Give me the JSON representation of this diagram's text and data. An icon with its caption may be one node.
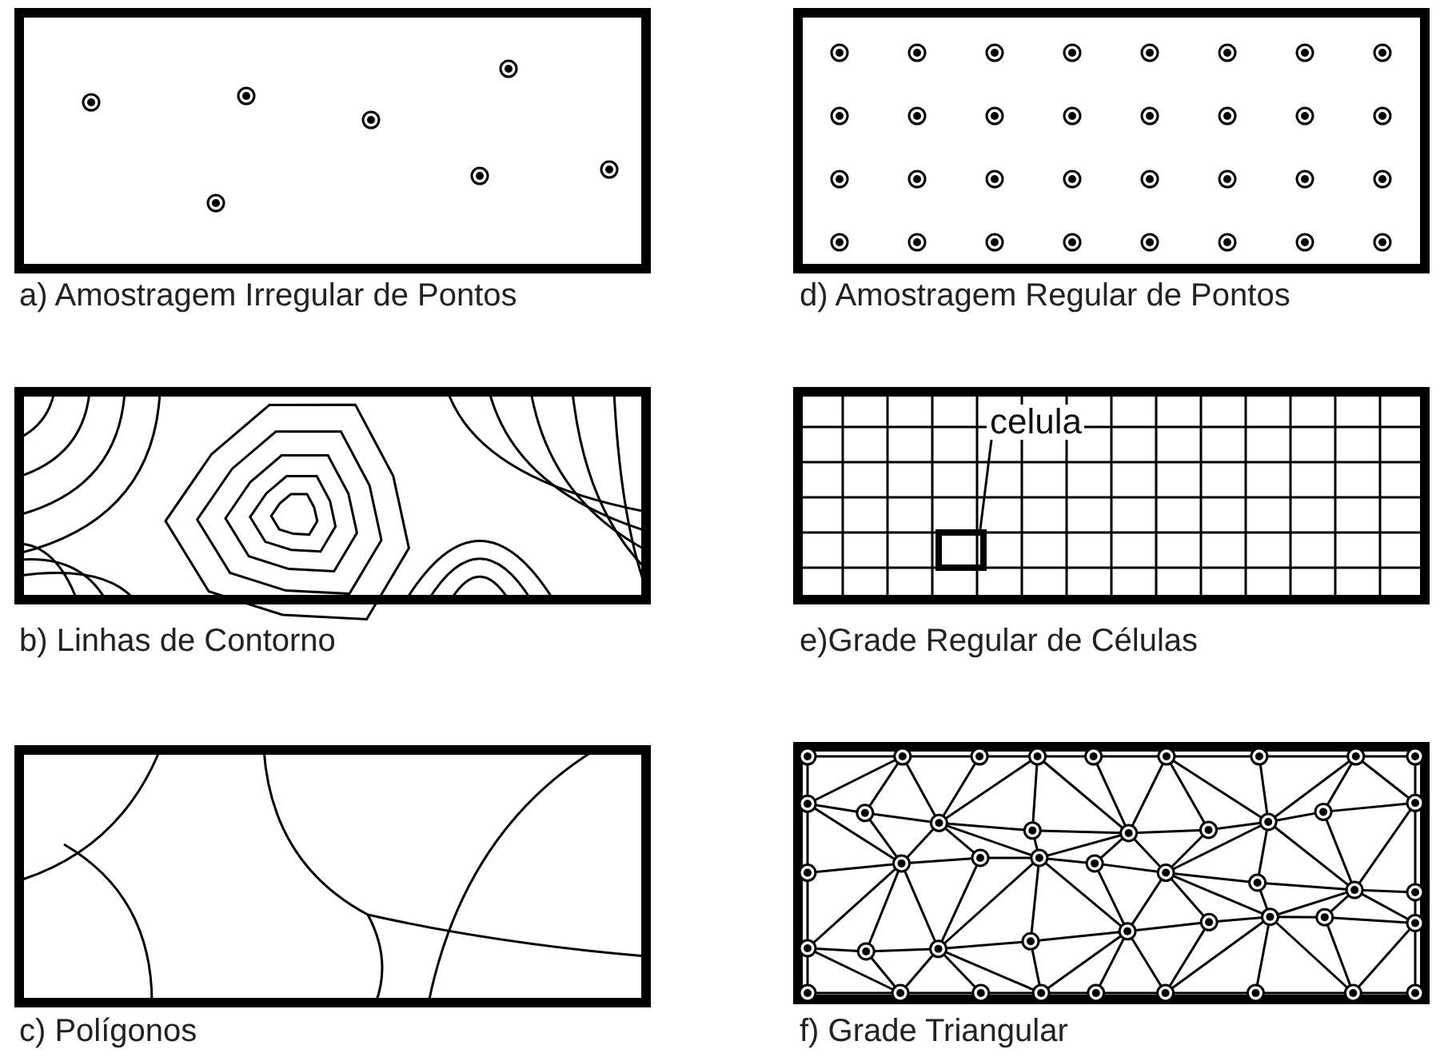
{
  "diagram": {
    "nodes": [
      {
        "text": [
          "celula"
        ]
      },
      {
        "text": [],
        "shape": "box"
      }
    ],
    "edges": [
      {
        "from": 0,
        "to": 1,
        "arrow": "none"
      }
    ],
    "labels": [
      "a) Amostragem Irregular de Pontos",
      "d) Amostragem Regular de Pontos",
      "b) Linhas de Contorno",
      "e)Grade Regular de Células",
      "c) Polígonos",
      "f) Grade Triangular"
    ]
  }
}
